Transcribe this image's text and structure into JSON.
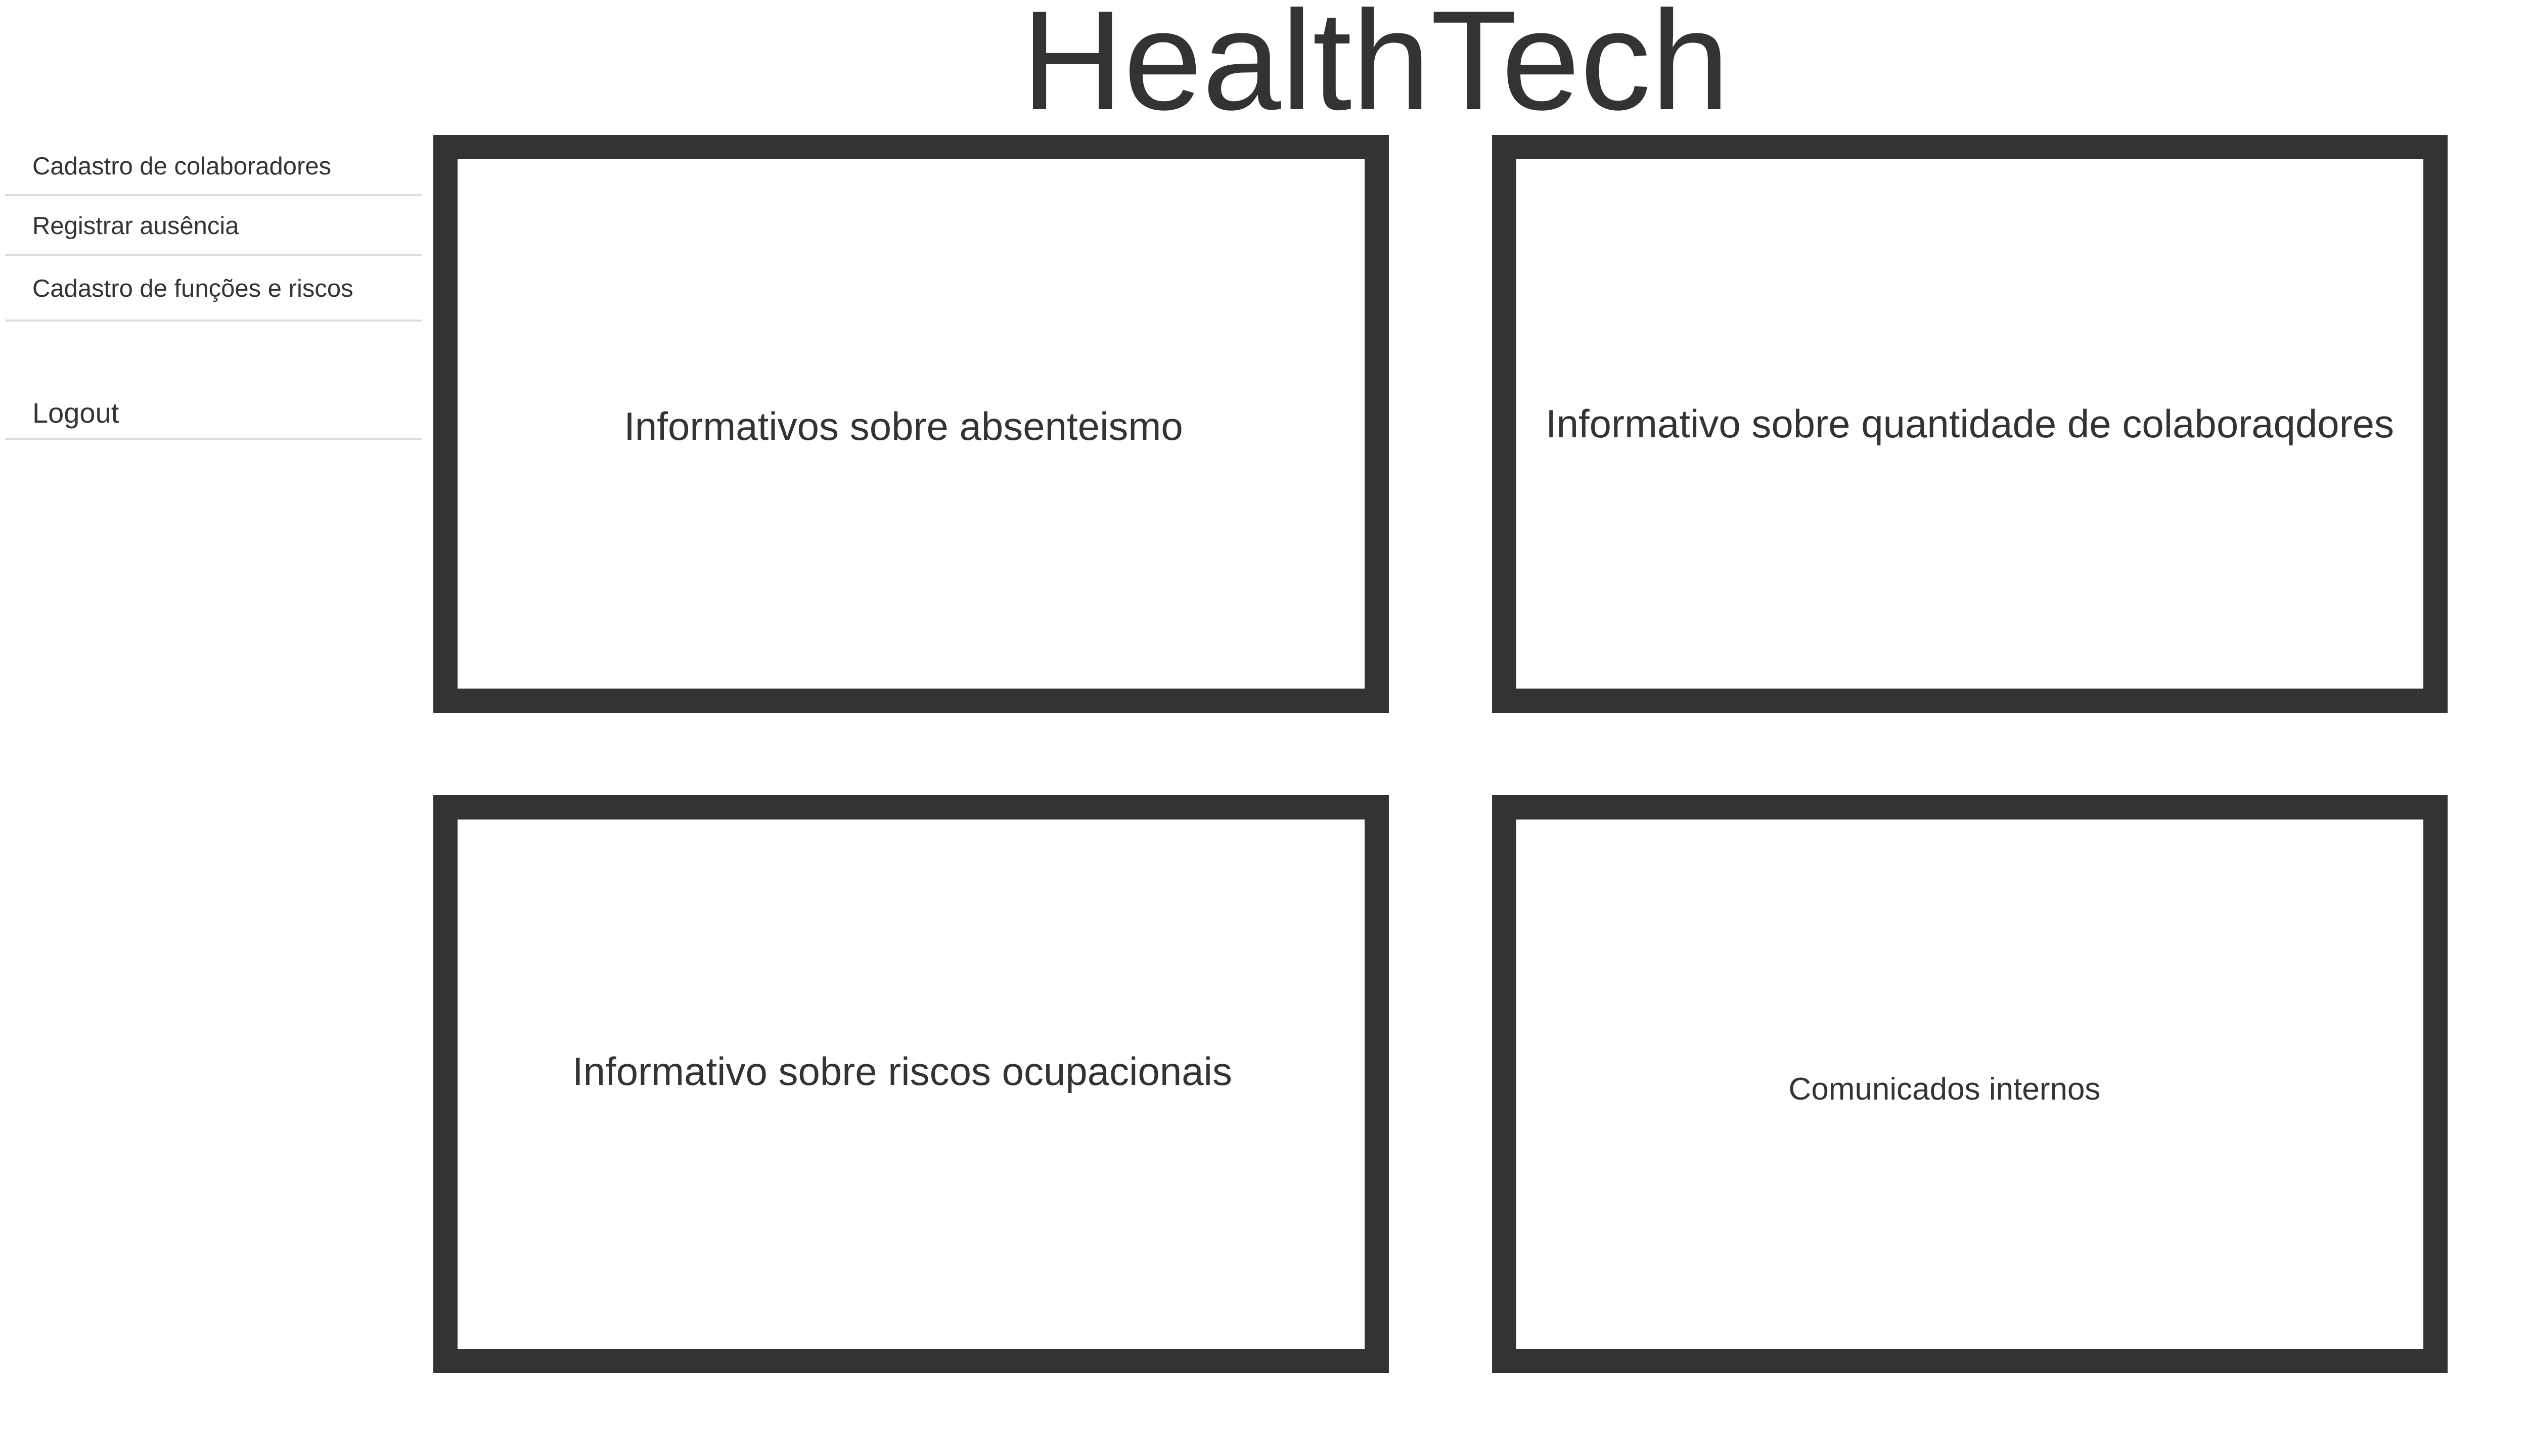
{
  "header": {
    "title": "HealthTech"
  },
  "sidebar": {
    "items": [
      {
        "label": "Cadastro de colaboradores"
      },
      {
        "label": "Registrar ausência"
      },
      {
        "label": "Cadastro de funções e riscos"
      }
    ],
    "logout_label": "Logout"
  },
  "dashboard": {
    "cards": [
      {
        "label": "Informativos sobre absenteismo"
      },
      {
        "label": "Informativo sobre quantidade de colaboraqdores"
      },
      {
        "label": "Informativo sobre riscos ocupacionais"
      },
      {
        "label": "Comunicados internos"
      }
    ]
  },
  "colors": {
    "text": "#333333",
    "card_border": "#333333",
    "divider": "#dddddd",
    "background": "#ffffff"
  }
}
